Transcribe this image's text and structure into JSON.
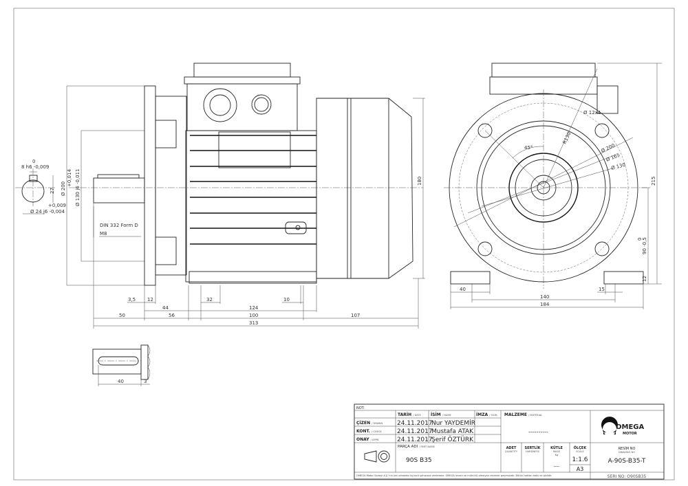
{
  "drawing": {
    "side_view": {
      "dimensions": {
        "d200": "Ø 200",
        "d130_tol_upper": "+0,014",
        "d130": "Ø 130 j6 -0,011",
        "h180": "180",
        "w3_5": "3,5",
        "w12": "12",
        "w32": "32",
        "w10": "10",
        "w44": "44",
        "w124": "124",
        "w50": "50",
        "w56": "56",
        "w100": "100",
        "w107": "107",
        "w313": "313"
      },
      "note_center": "DIN 332 Form D",
      "note_thread": "M8"
    },
    "shaft_section": {
      "key_tol_upper": "0",
      "key_width": "8 h6 -0,009",
      "height": "27",
      "dia_tol_upper": "+0,009",
      "diameter": "Ø 24 j6 -0,004"
    },
    "front_view": {
      "dimensions": {
        "holes": "Ø 12x4",
        "r130": "R130",
        "angle": "45°",
        "d200": "Ø 200",
        "d165": "Ø 165",
        "d130": "Ø 130",
        "h215": "215",
        "h90_tol": "0",
        "h90": "90 -0,5",
        "h12": "12",
        "w40": "40",
        "w15": "15",
        "w140": "140",
        "w184": "184"
      }
    },
    "keyway_view": {
      "length": "40",
      "offset": "3"
    }
  },
  "title_block": {
    "note_label": "NOT:",
    "headers": {
      "date": "TARİH",
      "date_en": "/ DATE",
      "name": "İSİM",
      "name_en": "/ NAME",
      "sign": "İMZA",
      "sign_en": "/ SIGN.",
      "material": "MALZEME",
      "material_en": "/ MATERIAL"
    },
    "rows": [
      {
        "role": "ÇİZEN",
        "role_en": "/ DRAWN",
        "date": "24.11.2017",
        "name": "Nur YAYDEMİR"
      },
      {
        "role": "KONT.",
        "role_en": "/ CHECK",
        "date": "24.11.2017",
        "name": "Mustafa ATAK"
      },
      {
        "role": "ONAY",
        "role_en": "/ APPR.",
        "date": "24.11.2017",
        "name": "Şerif ÖZTÜRK"
      }
    ],
    "material_value": "----------",
    "part_name_label": "PARÇA ADI",
    "part_name_label_en": "/ PART NAME",
    "part_name": "90S B35",
    "quantity_label": "ADET",
    "quantity_label_en": "QUANTITY",
    "hardness_label": "SERTLİK",
    "hardness_label_en": "HARDNESS",
    "mass_label": "KÜTLE",
    "mass_label_en": "MASS",
    "mass_unit": "Kg",
    "mass_value": "----",
    "scale_label": "ÖLÇEK",
    "scale_label_en": "SCALE",
    "scale_value": "1:1.6",
    "sheet_size": "A3",
    "logo_text": "OMEGA",
    "logo_sub": "MOTOR",
    "drawing_no_label": "RESİM NO",
    "drawing_no_label_en": "DRAWING NO",
    "drawing_no": "A-90S-B35-T",
    "serial": "SERI NO: O90SB35",
    "footer": "OMEGA Motor Sanayi A.Ş.'nin izni olmadan üçüncü şahıslara verilemez. OMEGA imzalı ve mühürlü olmayan resimler geçersizdir. Bütün hakları saklı ve gizlidir."
  }
}
